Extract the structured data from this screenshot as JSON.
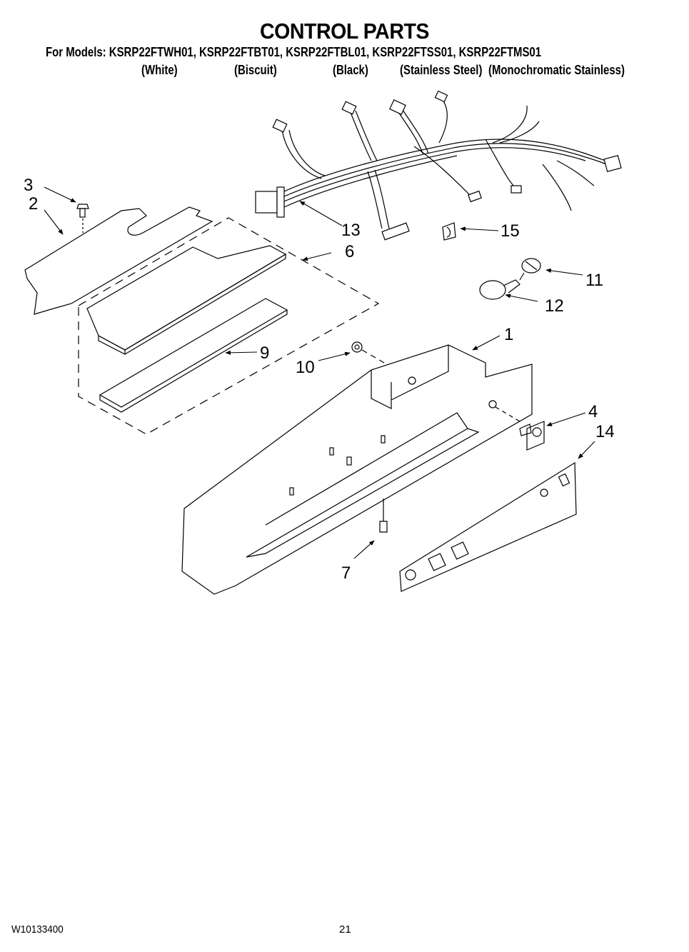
{
  "header": {
    "title": "CONTROL PARTS",
    "models_line": "For Models: KSRP22FTWH01, KSRP22FTBT01, KSRP22FTBL01, KSRP22FTSS01, KSRP22FTMS01",
    "variants": [
      "(White)",
      "(Biscuit)",
      "(Black)",
      "(Stainless Steel)",
      "(Monochromatic Stainless)"
    ]
  },
  "diagram": {
    "callouts": [
      "1",
      "2",
      "3",
      "4",
      "6",
      "7",
      "9",
      "10",
      "11",
      "12",
      "13",
      "14",
      "15"
    ]
  },
  "footer": {
    "document_number": "W10133400",
    "page_number": "21"
  }
}
